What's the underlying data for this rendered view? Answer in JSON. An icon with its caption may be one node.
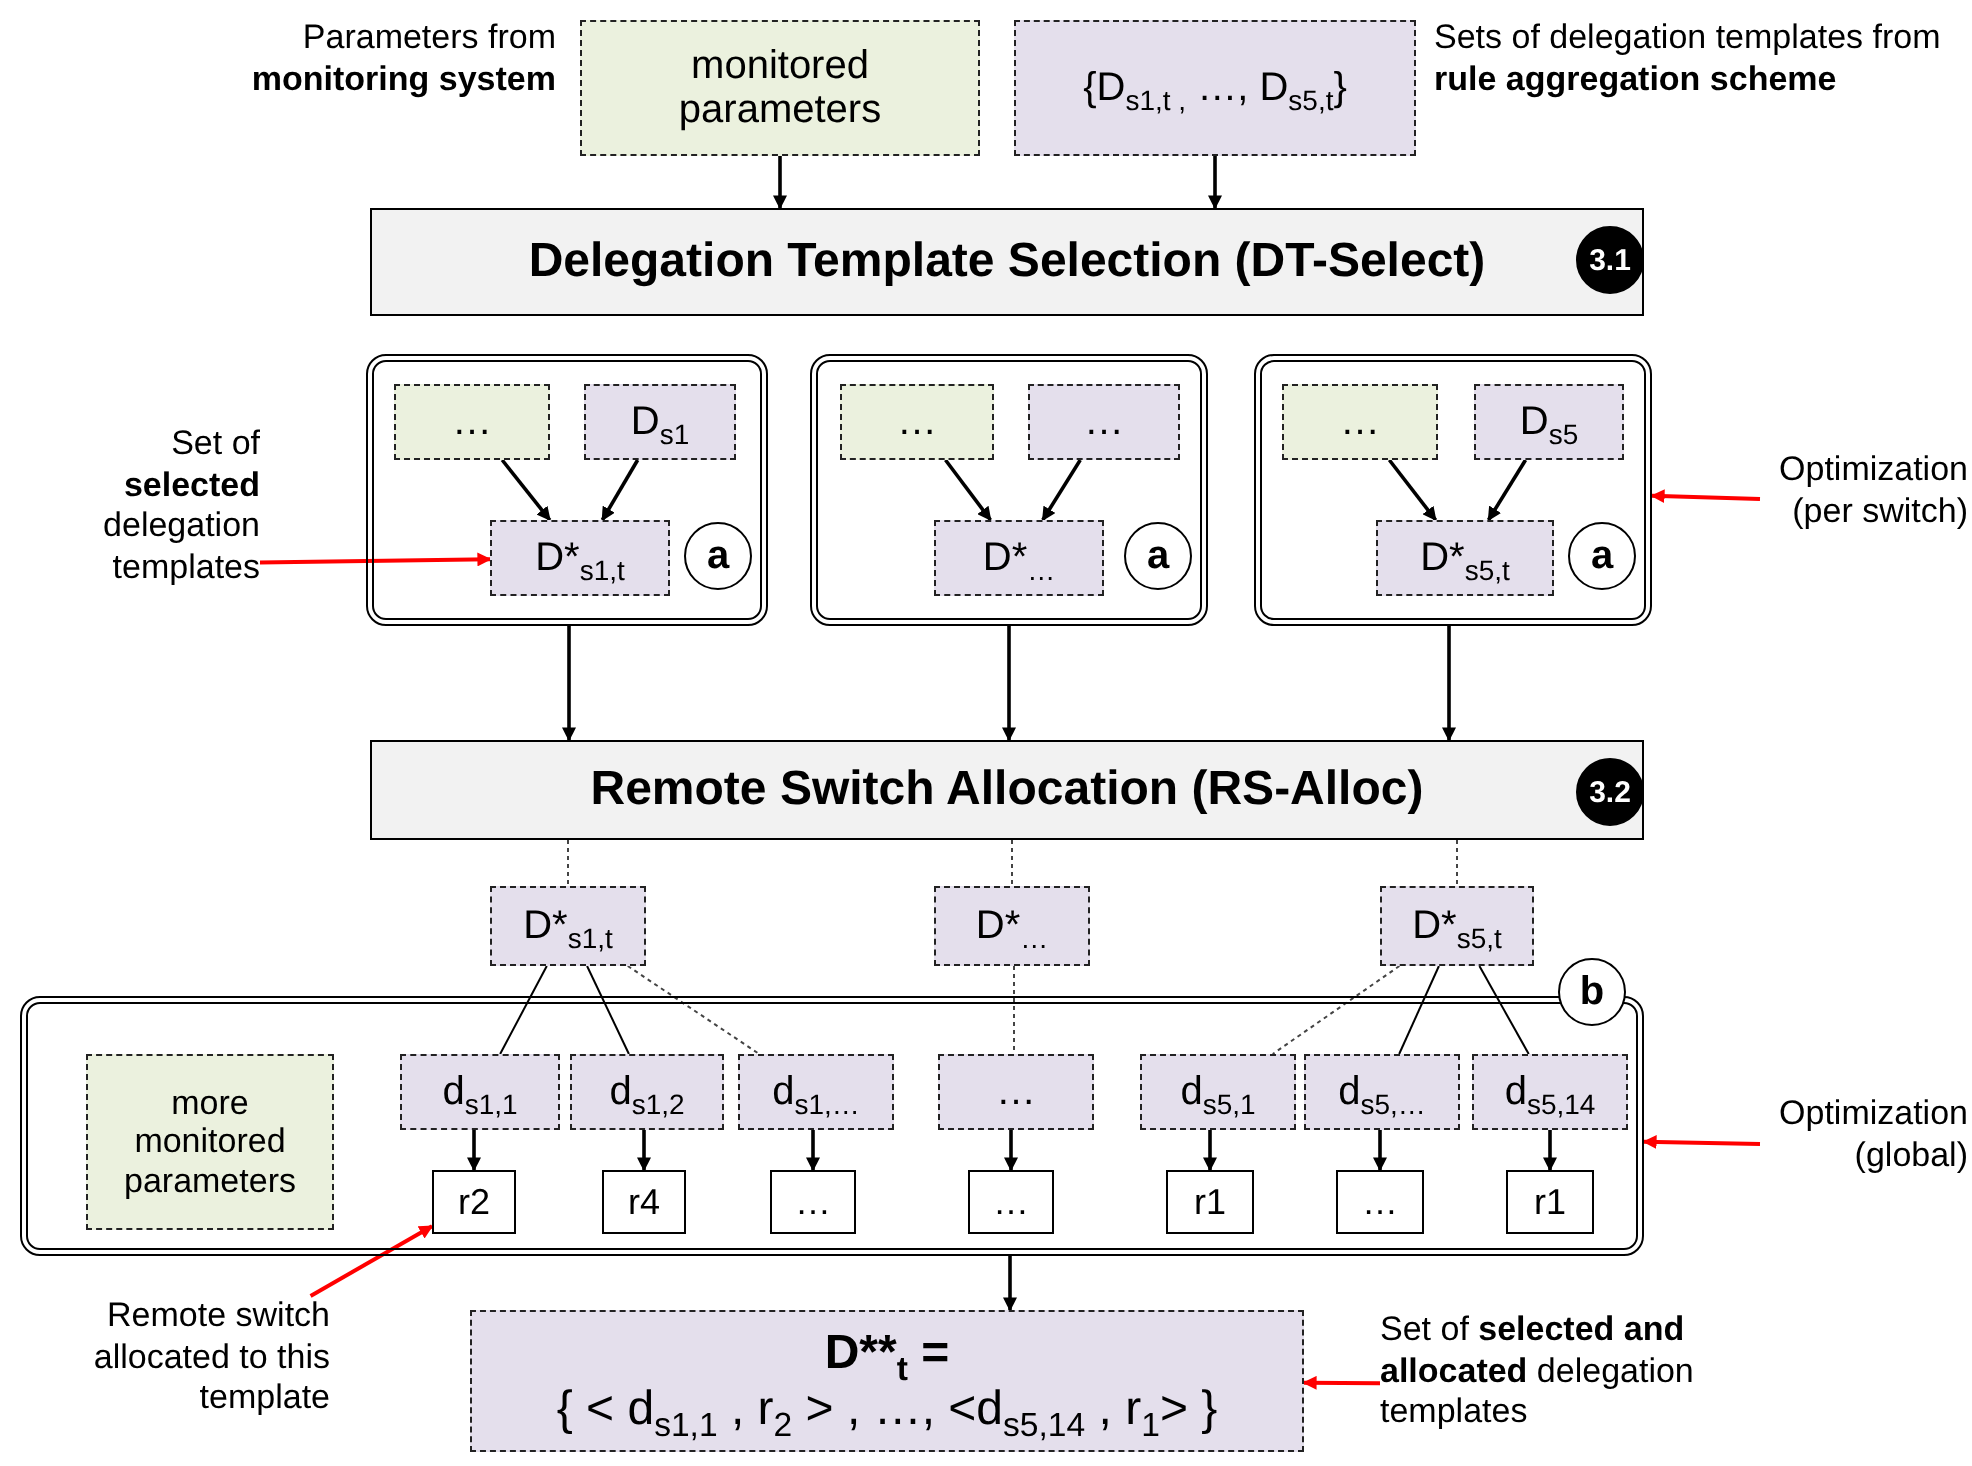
{
  "diagram": {
    "nodes": [
      {
        "text": [
          "monitored parameters"
        ]
      },
      {
        "text": [
          "{D$_{s1,t ,}$ …, D$_{s5,t}$}"
        ]
      },
      {
        "text": [
          "Delegation Template Selection (DT-Select)",
          "3.1"
        ]
      },
      {
        "text": [
          "a"
        ]
      },
      {
        "text": [
          "…"
        ],
        "in": 3
      },
      {
        "text": [
          "D$_{s1}$"
        ],
        "in": 3
      },
      {
        "text": [
          "D*$_{s1,t}$"
        ],
        "in": 3
      },
      {
        "text": [
          "a"
        ]
      },
      {
        "text": [
          "…"
        ],
        "in": 7
      },
      {
        "text": [
          "…"
        ],
        "in": 7
      },
      {
        "text": [
          "D*$_{…}$"
        ],
        "in": 7
      },
      {
        "text": [
          "a"
        ]
      },
      {
        "text": [
          "…"
        ],
        "in": 11
      },
      {
        "text": [
          "D$_{s5}$"
        ],
        "in": 11
      },
      {
        "text": [
          "D*$_{s5,t}$"
        ],
        "in": 11
      },
      {
        "text": [
          "Set of **selected** delegation templates"
        ]
      },
      {
        "text": [
          "Optimization (per switch)"
        ]
      },
      {
        "text": [
          "Remote Switch Allocation (RS-Alloc)",
          "3.2"
        ]
      },
      {
        "text": [
          "D*$_{s1,t}$"
        ]
      },
      {
        "text": [
          "D*$_{…}$"
        ]
      },
      {
        "text": [
          "D*$_{s5,t}$"
        ]
      },
      {
        "text": [
          "b"
        ]
      },
      {
        "text": [
          "more monitored parameters"
        ],
        "in": 21
      },
      {
        "text": [
          "d$_{s1,1}$"
        ],
        "in": 21
      },
      {
        "text": [
          "d$_{s1,2}$"
        ],
        "in": 21
      },
      {
        "text": [
          "d$_{s1,…}$"
        ],
        "in": 21
      },
      {
        "text": [
          "…"
        ],
        "in": 21
      },
      {
        "text": [
          "d$_{s5,1}$"
        ],
        "in": 21
      },
      {
        "text": [
          "d$_{s5,…}$"
        ],
        "in": 21
      },
      {
        "text": [
          "d$_{s5,14}$"
        ],
        "in": 21
      },
      {
        "text": [
          "r2"
        ],
        "in": 21
      },
      {
        "text": [
          "r4"
        ],
        "in": 21
      },
      {
        "text": [
          "…"
        ],
        "in": 21
      },
      {
        "text": [
          "…"
        ],
        "in": 21
      },
      {
        "text": [
          "r1"
        ],
        "in": 21
      },
      {
        "text": [
          "…"
        ],
        "in": 21
      },
      {
        "text": [
          "r1"
        ],
        "in": 21
      },
      {
        "text": [
          "Optimization (global)"
        ]
      },
      {
        "text": [
          "Remote switch allocated to this template"
        ]
      },
      {
        "text": [
          "D**$_{t}$ =",
          "{ < d$_{s1,1}$ , r$_{2}$ > , …, <d$_{s5,14}$ , r$_{1}$> }"
        ]
      },
      {
        "text": [
          "Set of **selected and allocated** delegation templates"
        ]
      }
    ],
    "edges": [
      {
        "from": 0,
        "to": 2,
        "arrow": "to"
      },
      {
        "from": 1,
        "to": 2,
        "arrow": "to"
      },
      {
        "from": 4,
        "to": 6,
        "arrow": "to"
      },
      {
        "from": 5,
        "to": 6,
        "arrow": "to"
      },
      {
        "from": 8,
        "to": 10,
        "arrow": "to"
      },
      {
        "from": 9,
        "to": 10,
        "arrow": "to"
      },
      {
        "from": 12,
        "to": 14,
        "arrow": "to"
      },
      {
        "from": 13,
        "to": 14,
        "arrow": "to"
      },
      {
        "from": 15,
        "to": 6,
        "arrow": "to",
        "color": "#ff0000"
      },
      {
        "from": 16,
        "to": 11,
        "arrow": "to",
        "color": "#ff0000"
      },
      {
        "from": 3,
        "to": 17,
        "arrow": "to"
      },
      {
        "from": 7,
        "to": 17,
        "arrow": "to"
      },
      {
        "from": 11,
        "to": 17,
        "arrow": "to"
      },
      {
        "from": 17,
        "to": 18,
        "arrow": "none",
        "style": "dashed"
      },
      {
        "from": 17,
        "to": 19,
        "arrow": "none",
        "style": "dashed"
      },
      {
        "from": 17,
        "to": 20,
        "arrow": "none",
        "style": "dashed"
      },
      {
        "from": 18,
        "to": 23,
        "arrow": "none"
      },
      {
        "from": 18,
        "to": 24,
        "arrow": "none"
      },
      {
        "from": 18,
        "to": 25,
        "arrow": "none",
        "style": "dashed"
      },
      {
        "from": 19,
        "to": 26,
        "arrow": "none",
        "style": "dashed"
      },
      {
        "from": 20,
        "to": 27,
        "arrow": "none",
        "style": "dashed"
      },
      {
        "from": 20,
        "to": 28,
        "arrow": "none"
      },
      {
        "from": 20,
        "to": 29,
        "arrow": "none"
      },
      {
        "from": 23,
        "to": 30,
        "arrow": "to"
      },
      {
        "from": 24,
        "to": 31,
        "arrow": "to"
      },
      {
        "from": 25,
        "to": 32,
        "arrow": "to"
      },
      {
        "from": 26,
        "to": 33,
        "arrow": "to"
      },
      {
        "from": 27,
        "to": 34,
        "arrow": "to"
      },
      {
        "from": 28,
        "to": 35,
        "arrow": "to"
      },
      {
        "from": 29,
        "to": 36,
        "arrow": "to"
      },
      {
        "from": 37,
        "to": 21,
        "arrow": "to",
        "color": "#ff0000"
      },
      {
        "from": 38,
        "to": 30,
        "arrow": "to",
        "color": "#ff0000"
      },
      {
        "from": 21,
        "to": 39,
        "arrow": "to"
      },
      {
        "from": 40,
        "to": 39,
        "arrow": "to",
        "color": "#ff0000"
      }
    ],
    "labels": [
      "Parameters from **monitoring system**",
      "Sets of delegation templates from **rule aggregation scheme**"
    ]
  }
}
